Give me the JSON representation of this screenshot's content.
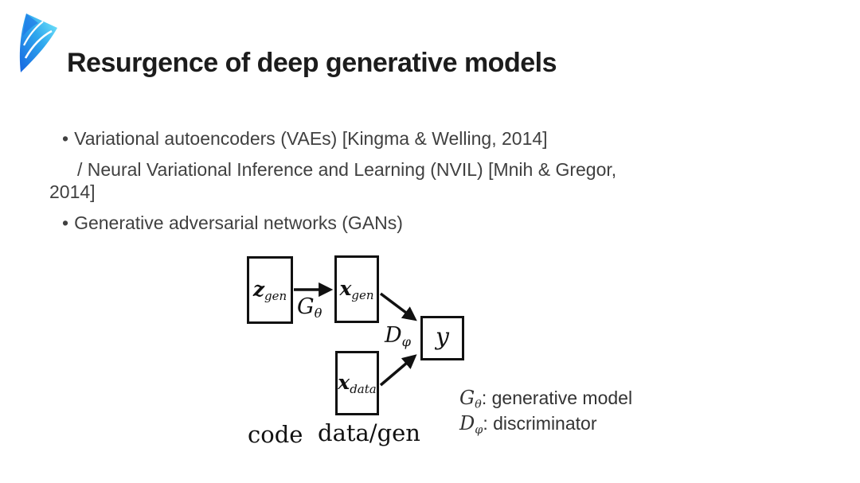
{
  "title": "Resurgence of deep generative models",
  "colors": {
    "background": "#ffffff",
    "title_text": "#1c1c1c",
    "body_text": "#404040",
    "diagram_ink": "#111111",
    "logo_blue": "#1565e0",
    "logo_cyan": "#7ceefc"
  },
  "bullets": [
    {
      "marker": "•",
      "text": "Variational autoencoders (VAEs) [Kingma & Welling, 2014]"
    },
    {
      "marker": "",
      "text": "/ Neural Variational Inference and Learning (NVIL) [Mnih & Gregor,"
    },
    {
      "marker": "",
      "text": "2014]"
    },
    {
      "marker": "•",
      "text": "Generative adversarial networks (GANs)"
    }
  ],
  "diagram": {
    "nodes": {
      "z_gen": {
        "base": "z",
        "sub": "gen"
      },
      "x_gen": {
        "base": "x",
        "sub": "gen"
      },
      "x_data": {
        "base": "x",
        "sub": "data"
      },
      "y": {
        "base": "y",
        "sub": ""
      }
    },
    "edges": {
      "generator": {
        "base": "G",
        "sub": "θ"
      },
      "discriminator": {
        "base": "D",
        "sub": "φ"
      }
    },
    "column_labels": {
      "code": "code",
      "data_gen": "data/gen"
    },
    "legend": [
      {
        "base": "G",
        "sub": "θ",
        "desc": ": generative model"
      },
      {
        "base": "D",
        "sub": "φ",
        "desc": ": discriminator"
      }
    ]
  }
}
